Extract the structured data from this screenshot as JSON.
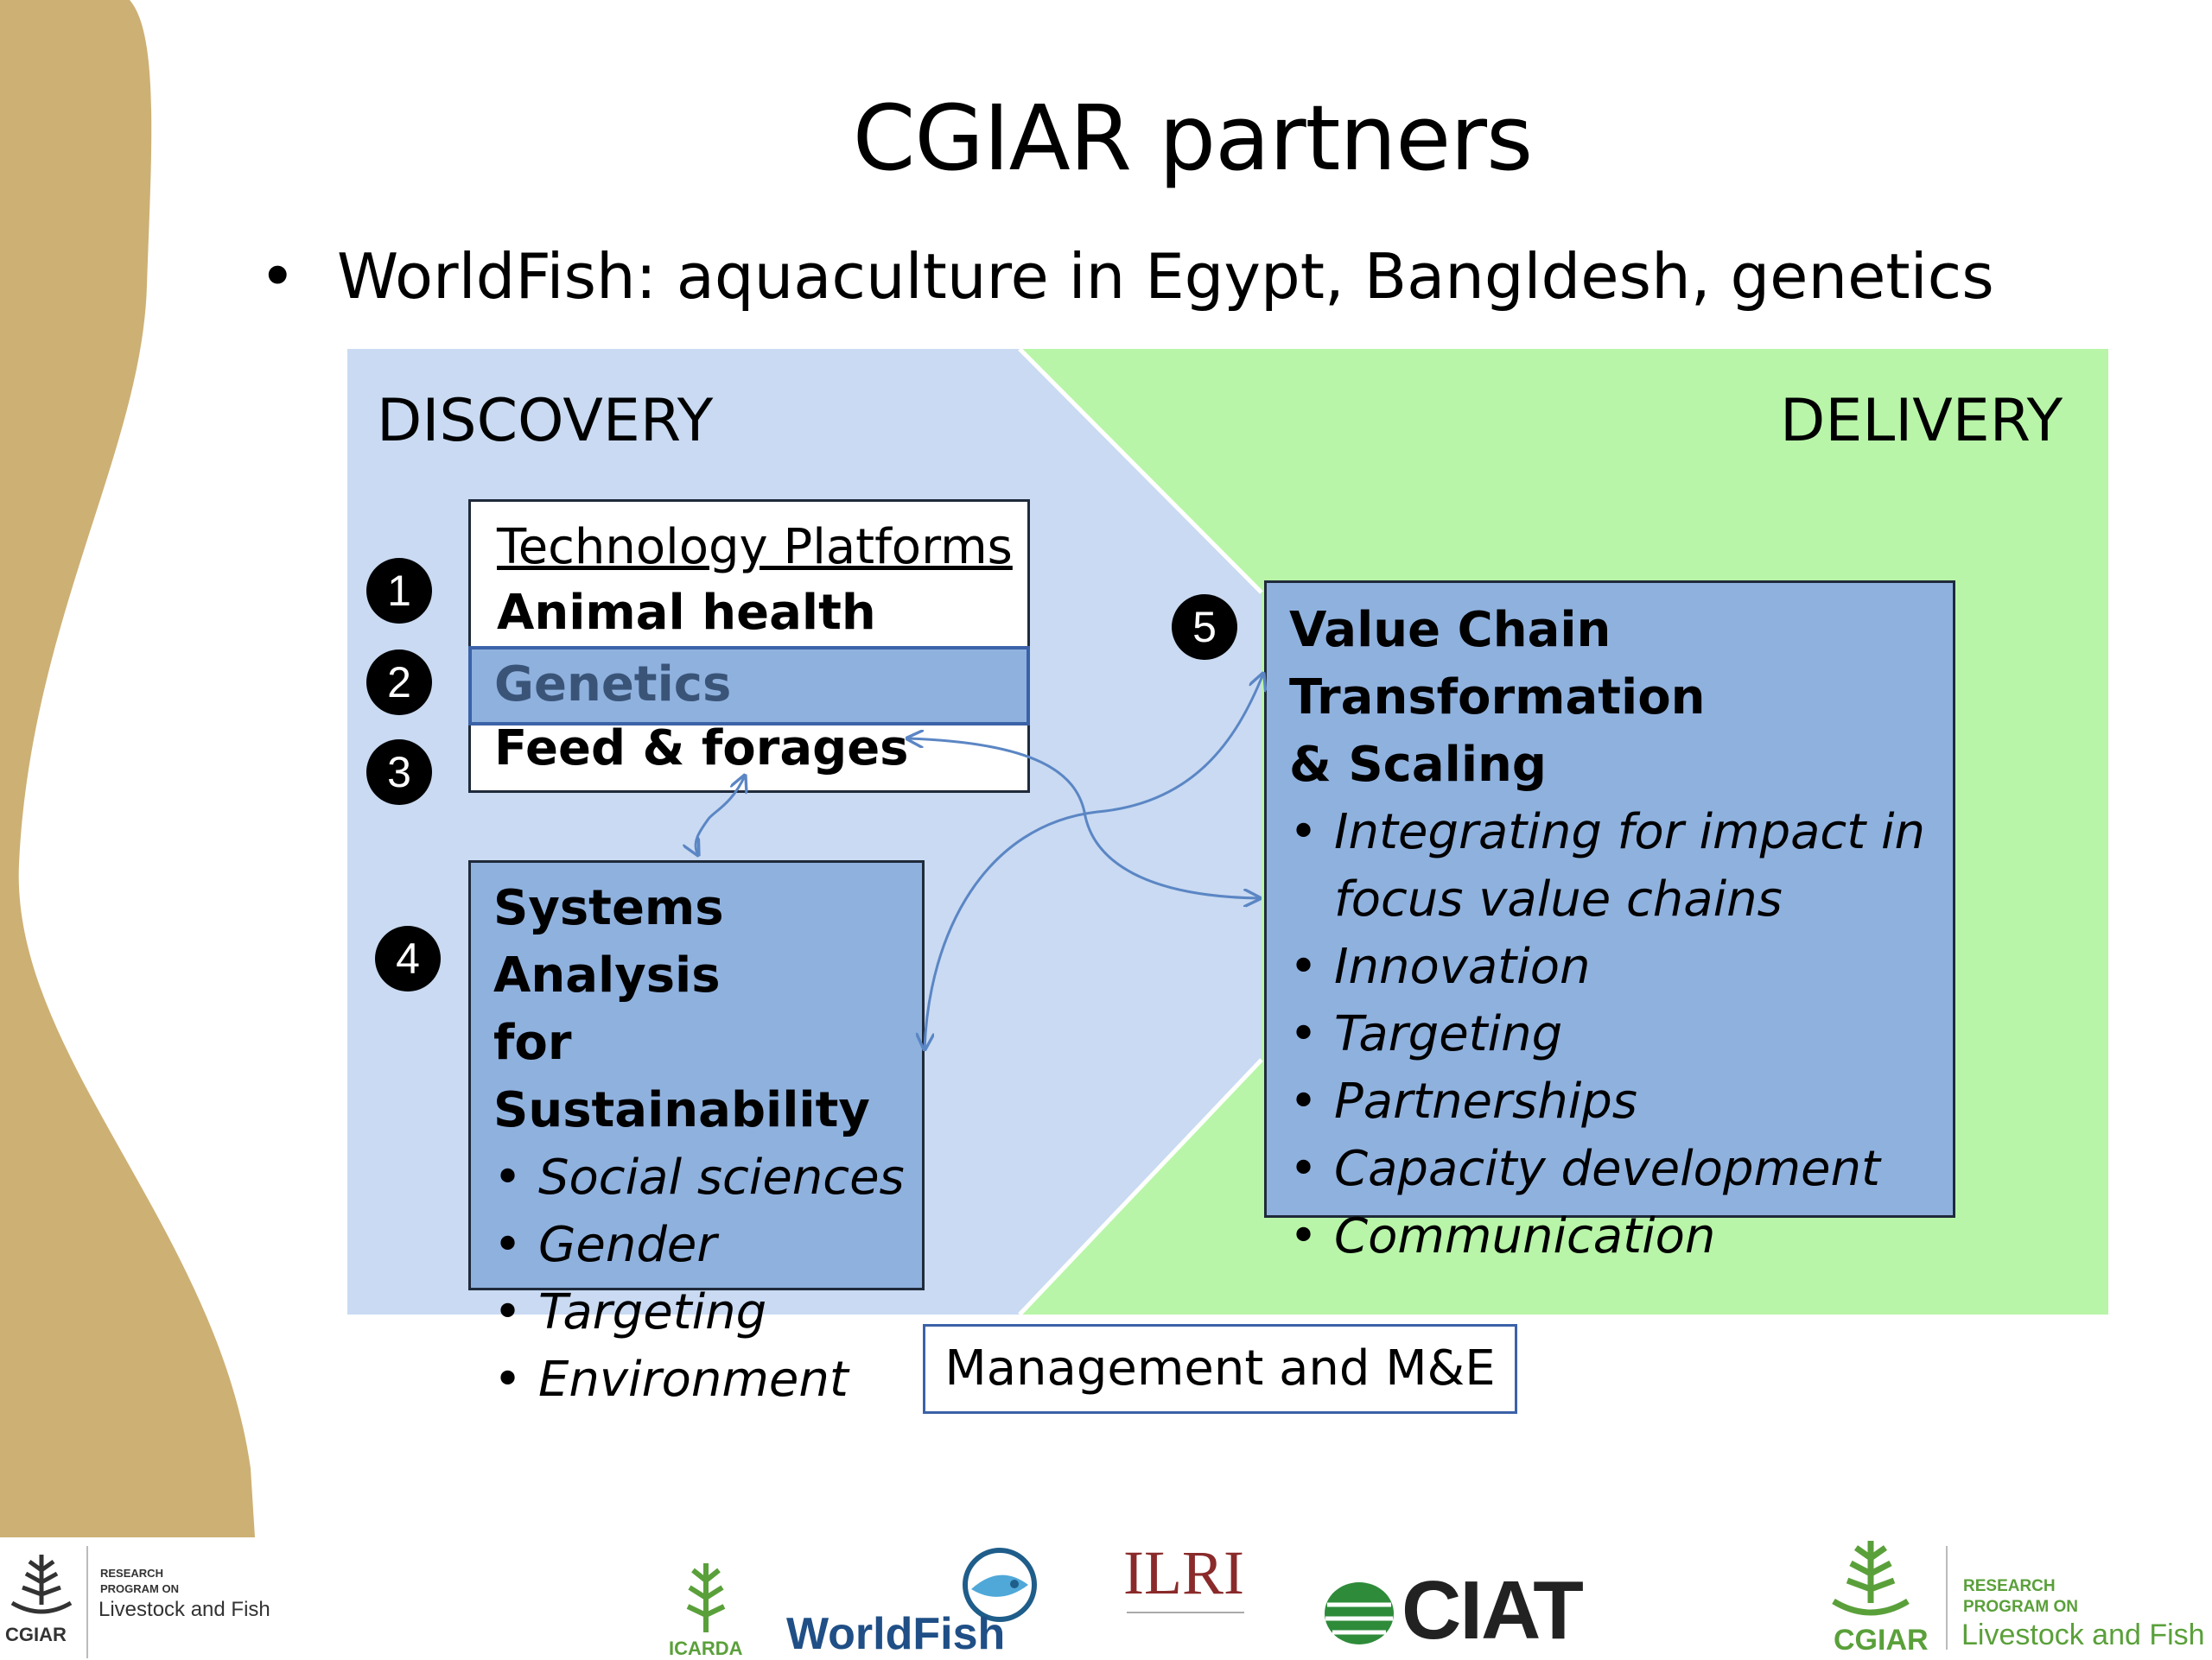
{
  "slide": {
    "title": "CGIAR partners",
    "bullet": "WorldFish: aquaculture in Egypt, Bangldesh, genetics"
  },
  "diagram": {
    "discovery_label": "DISCOVERY",
    "delivery_label": "DELIVERY",
    "colors": {
      "discovery": "#c9daf2",
      "delivery": "#b8f5a8",
      "box_fill": "#8fb1de",
      "arrow": "#5b86c4",
      "sidebar": "#cdb074"
    },
    "technology_platforms": {
      "heading": "Technology Platforms",
      "items": [
        "Animal health",
        "Genetics",
        "Feed & forages"
      ],
      "numbers": [
        "1",
        "2",
        "3"
      ]
    },
    "systems_analysis": {
      "number": "4",
      "title_line1": "Systems Analysis",
      "title_line2": "for Sustainability",
      "items": [
        "Social sciences",
        "Gender",
        "Targeting",
        "Environment"
      ]
    },
    "value_chain": {
      "number": "5",
      "title_line1": "Value Chain Transformation",
      "title_line2": "& Scaling",
      "item1_line1": "Integrating for impact in",
      "item1_line2": "focus value chains",
      "items": [
        "Innovation",
        "Targeting",
        "Partnerships",
        "Capacity development",
        "Communication"
      ]
    },
    "management": "Management and M&E"
  },
  "footer": {
    "left_logo": {
      "line1": "RESEARCH",
      "line2": "PROGRAM ON",
      "line3": "Livestock and Fish",
      "cgiar": "CGIAR"
    },
    "partners": [
      "ICARDA",
      "WorldFish",
      "ILRI",
      "CIAT"
    ],
    "right_logo": {
      "line1": "RESEARCH",
      "line2": "PROGRAM ON",
      "line3": "Livestock and Fish",
      "cgiar": "CGIAR"
    }
  }
}
